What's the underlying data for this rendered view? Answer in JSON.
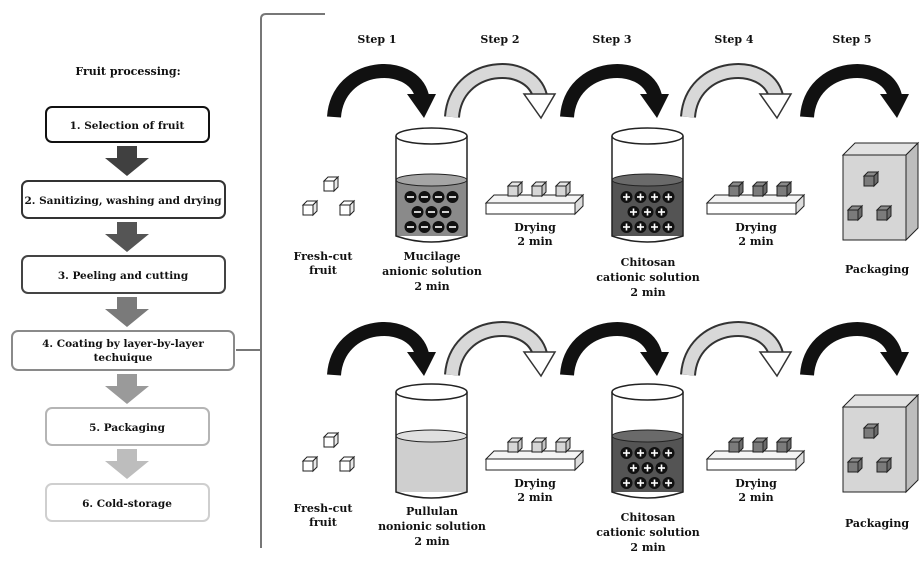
{
  "flow": {
    "title": "Fruit processing:",
    "steps": [
      {
        "label": "1. Selection of fruit",
        "border": "#111111",
        "arrow": "#404040"
      },
      {
        "label": "2. Sanitizing, washing and drying",
        "border": "#333333",
        "arrow": "#555555"
      },
      {
        "label": "3. Peeling and cutting",
        "border": "#444444",
        "arrow": "#7a7a7a"
      },
      {
        "label": "4. Coating by layer-by-layer techuique",
        "line1": "4. Coating by layer-by-layer",
        "line2": "techuique",
        "border": "#8a8a8a",
        "arrow": "#9a9a9a"
      },
      {
        "label": "5. Packaging",
        "border": "#b5b5b5",
        "arrow": "#bdbdbd"
      },
      {
        "label": "6. Cold-storage",
        "border": "#cfcfcf"
      }
    ]
  },
  "step_labels": [
    "Step 1",
    "Step 2",
    "Step 3",
    "Step 4",
    "Step 5"
  ],
  "rows": [
    {
      "fruit": {
        "line1": "Fresh-cut",
        "line2": "fruit"
      },
      "solution1": {
        "line1": "Mucilage",
        "line2": "anionic solution",
        "line3": "2 min",
        "charge": "-"
      },
      "drying1": {
        "line1": "Drying",
        "line2": "2 min"
      },
      "solution2": {
        "line1": "Chitosan",
        "line2": "cationic solution",
        "line3": "2 min",
        "charge": "+"
      },
      "drying2": {
        "line1": "Drying",
        "line2": "2 min"
      },
      "packaging": "Packaging"
    },
    {
      "fruit": {
        "line1": "Fresh-cut",
        "line2": "fruit"
      },
      "solution1": {
        "line1": "Pullulan",
        "line2": "nonionic solution",
        "line3": "2 min",
        "charge": ""
      },
      "drying1": {
        "line1": "Drying",
        "line2": "2 min"
      },
      "solution2": {
        "line1": "Chitosan",
        "line2": "cationic solution",
        "line3": "2 min",
        "charge": "+"
      },
      "drying2": {
        "line1": "Drying",
        "line2": "2 min"
      },
      "packaging": "Packaging"
    }
  ]
}
